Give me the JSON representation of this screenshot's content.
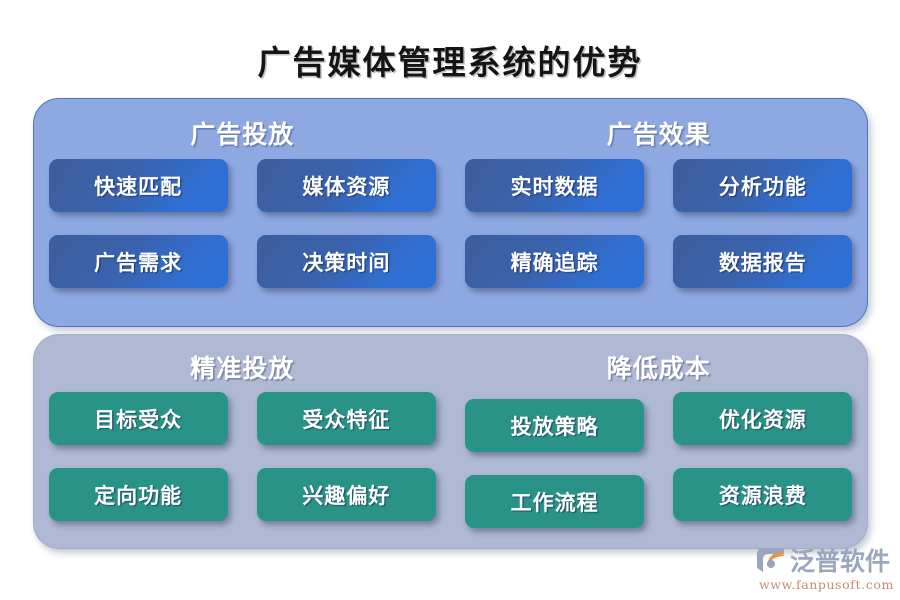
{
  "page_title": "广告媒体管理系统的优势",
  "colors": {
    "panel_top_bg": "#8EA9E2",
    "panel_bottom_bg": "#AFB9D3",
    "card_blue": "#2F6FD3",
    "card_teal": "#2A9388",
    "title_text": "#141414",
    "logo_text": "#9AA6BE",
    "logo_url": "#C58E74",
    "logo_accent": "#E8944A"
  },
  "panels": [
    {
      "id": "panel-top",
      "sections": [
        {
          "header": "广告投放"
        },
        {
          "header": "广告效果"
        }
      ],
      "rows": [
        {
          "cards": [
            "快速匹配",
            "媒体资源",
            "实时数据",
            "分析功能"
          ]
        },
        {
          "cards": [
            "广告需求",
            "决策时间",
            "精确追踪",
            "数据报告"
          ]
        }
      ]
    },
    {
      "id": "panel-bottom",
      "sections": [
        {
          "header": "精准投放"
        },
        {
          "header": "降低成本"
        }
      ],
      "rows": [
        {
          "cards": [
            "目标受众",
            "受众特征",
            "投放策略",
            "优化资源"
          ]
        },
        {
          "cards": [
            "定向功能",
            "兴趣偏好",
            "工作流程",
            "资源浪费"
          ]
        }
      ]
    }
  ],
  "logo": {
    "name": "泛普软件",
    "url": "www.fanpusoft.com"
  }
}
